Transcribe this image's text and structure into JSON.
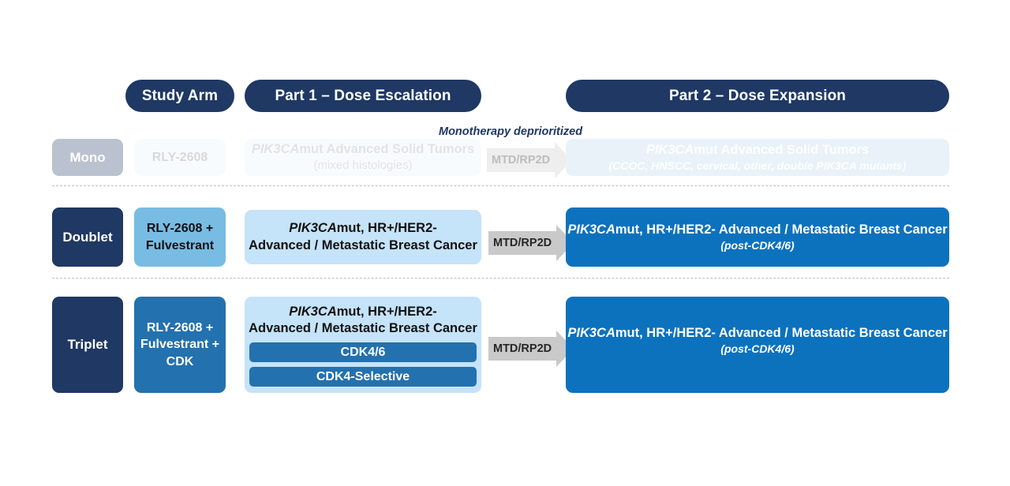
{
  "headers": {
    "study_arm": "Study Arm",
    "part1": "Part 1 – Dose Escalation",
    "part2": "Part 2 – Dose Expansion"
  },
  "annotation": {
    "monotherapy_deprioritized": "Monotherapy deprioritized"
  },
  "arrow_label": "MTD/RP2D",
  "colors": {
    "navy": "#1F3864",
    "mid_blue": "#2371AE",
    "light_blue": "#78BCE4",
    "pale_blue": "#C5E3F9",
    "strong_blue": "#0C72BE",
    "arrow_grey": "#C9C9C9",
    "divider_grey": "#BFBFBF"
  },
  "rows": [
    {
      "id": "mono",
      "arm_label": "Mono",
      "drug": "RLY-2608",
      "deprioritized": true,
      "part1": {
        "gene": "PIK3CA",
        "title_rest": "mut Advanced Solid Tumors",
        "note": "(mixed histologies)"
      },
      "arrow": "MTD/RP2D",
      "part2": {
        "gene": "PIK3CA",
        "title_rest": "mut Advanced Solid Tumors",
        "note": "(CCOC, HNSCC, cervical, other, double PIK3CA mutants)"
      }
    },
    {
      "id": "doublet",
      "arm_label": "Doublet",
      "drug": "RLY-2608 + Fulvestrant",
      "deprioritized": false,
      "part1": {
        "gene": "PIK3CA",
        "title_rest": "mut, HR+/HER2-",
        "line2": "Advanced / Metastatic Breast Cancer"
      },
      "arrow": "MTD/RP2D",
      "part2": {
        "gene": "PIK3CA",
        "title_rest": "mut, HR+/HER2- Advanced / Metastatic Breast Cancer",
        "note": "(post-CDK4/6)"
      }
    },
    {
      "id": "triplet",
      "arm_label": "Triplet",
      "drug": "RLY-2608 + Fulvestrant + CDK",
      "deprioritized": false,
      "part1": {
        "gene": "PIK3CA",
        "title_rest": "mut, HR+/HER2-",
        "line2": "Advanced / Metastatic Breast Cancer",
        "sub_bars": [
          "CDK4/6",
          "CDK4-Selective"
        ]
      },
      "arrow": "MTD/RP2D",
      "part2": {
        "gene": "PIK3CA",
        "title_rest": "mut, HR+/HER2- Advanced / Metastatic Breast Cancer",
        "note": "(post-CDK4/6)"
      }
    }
  ]
}
